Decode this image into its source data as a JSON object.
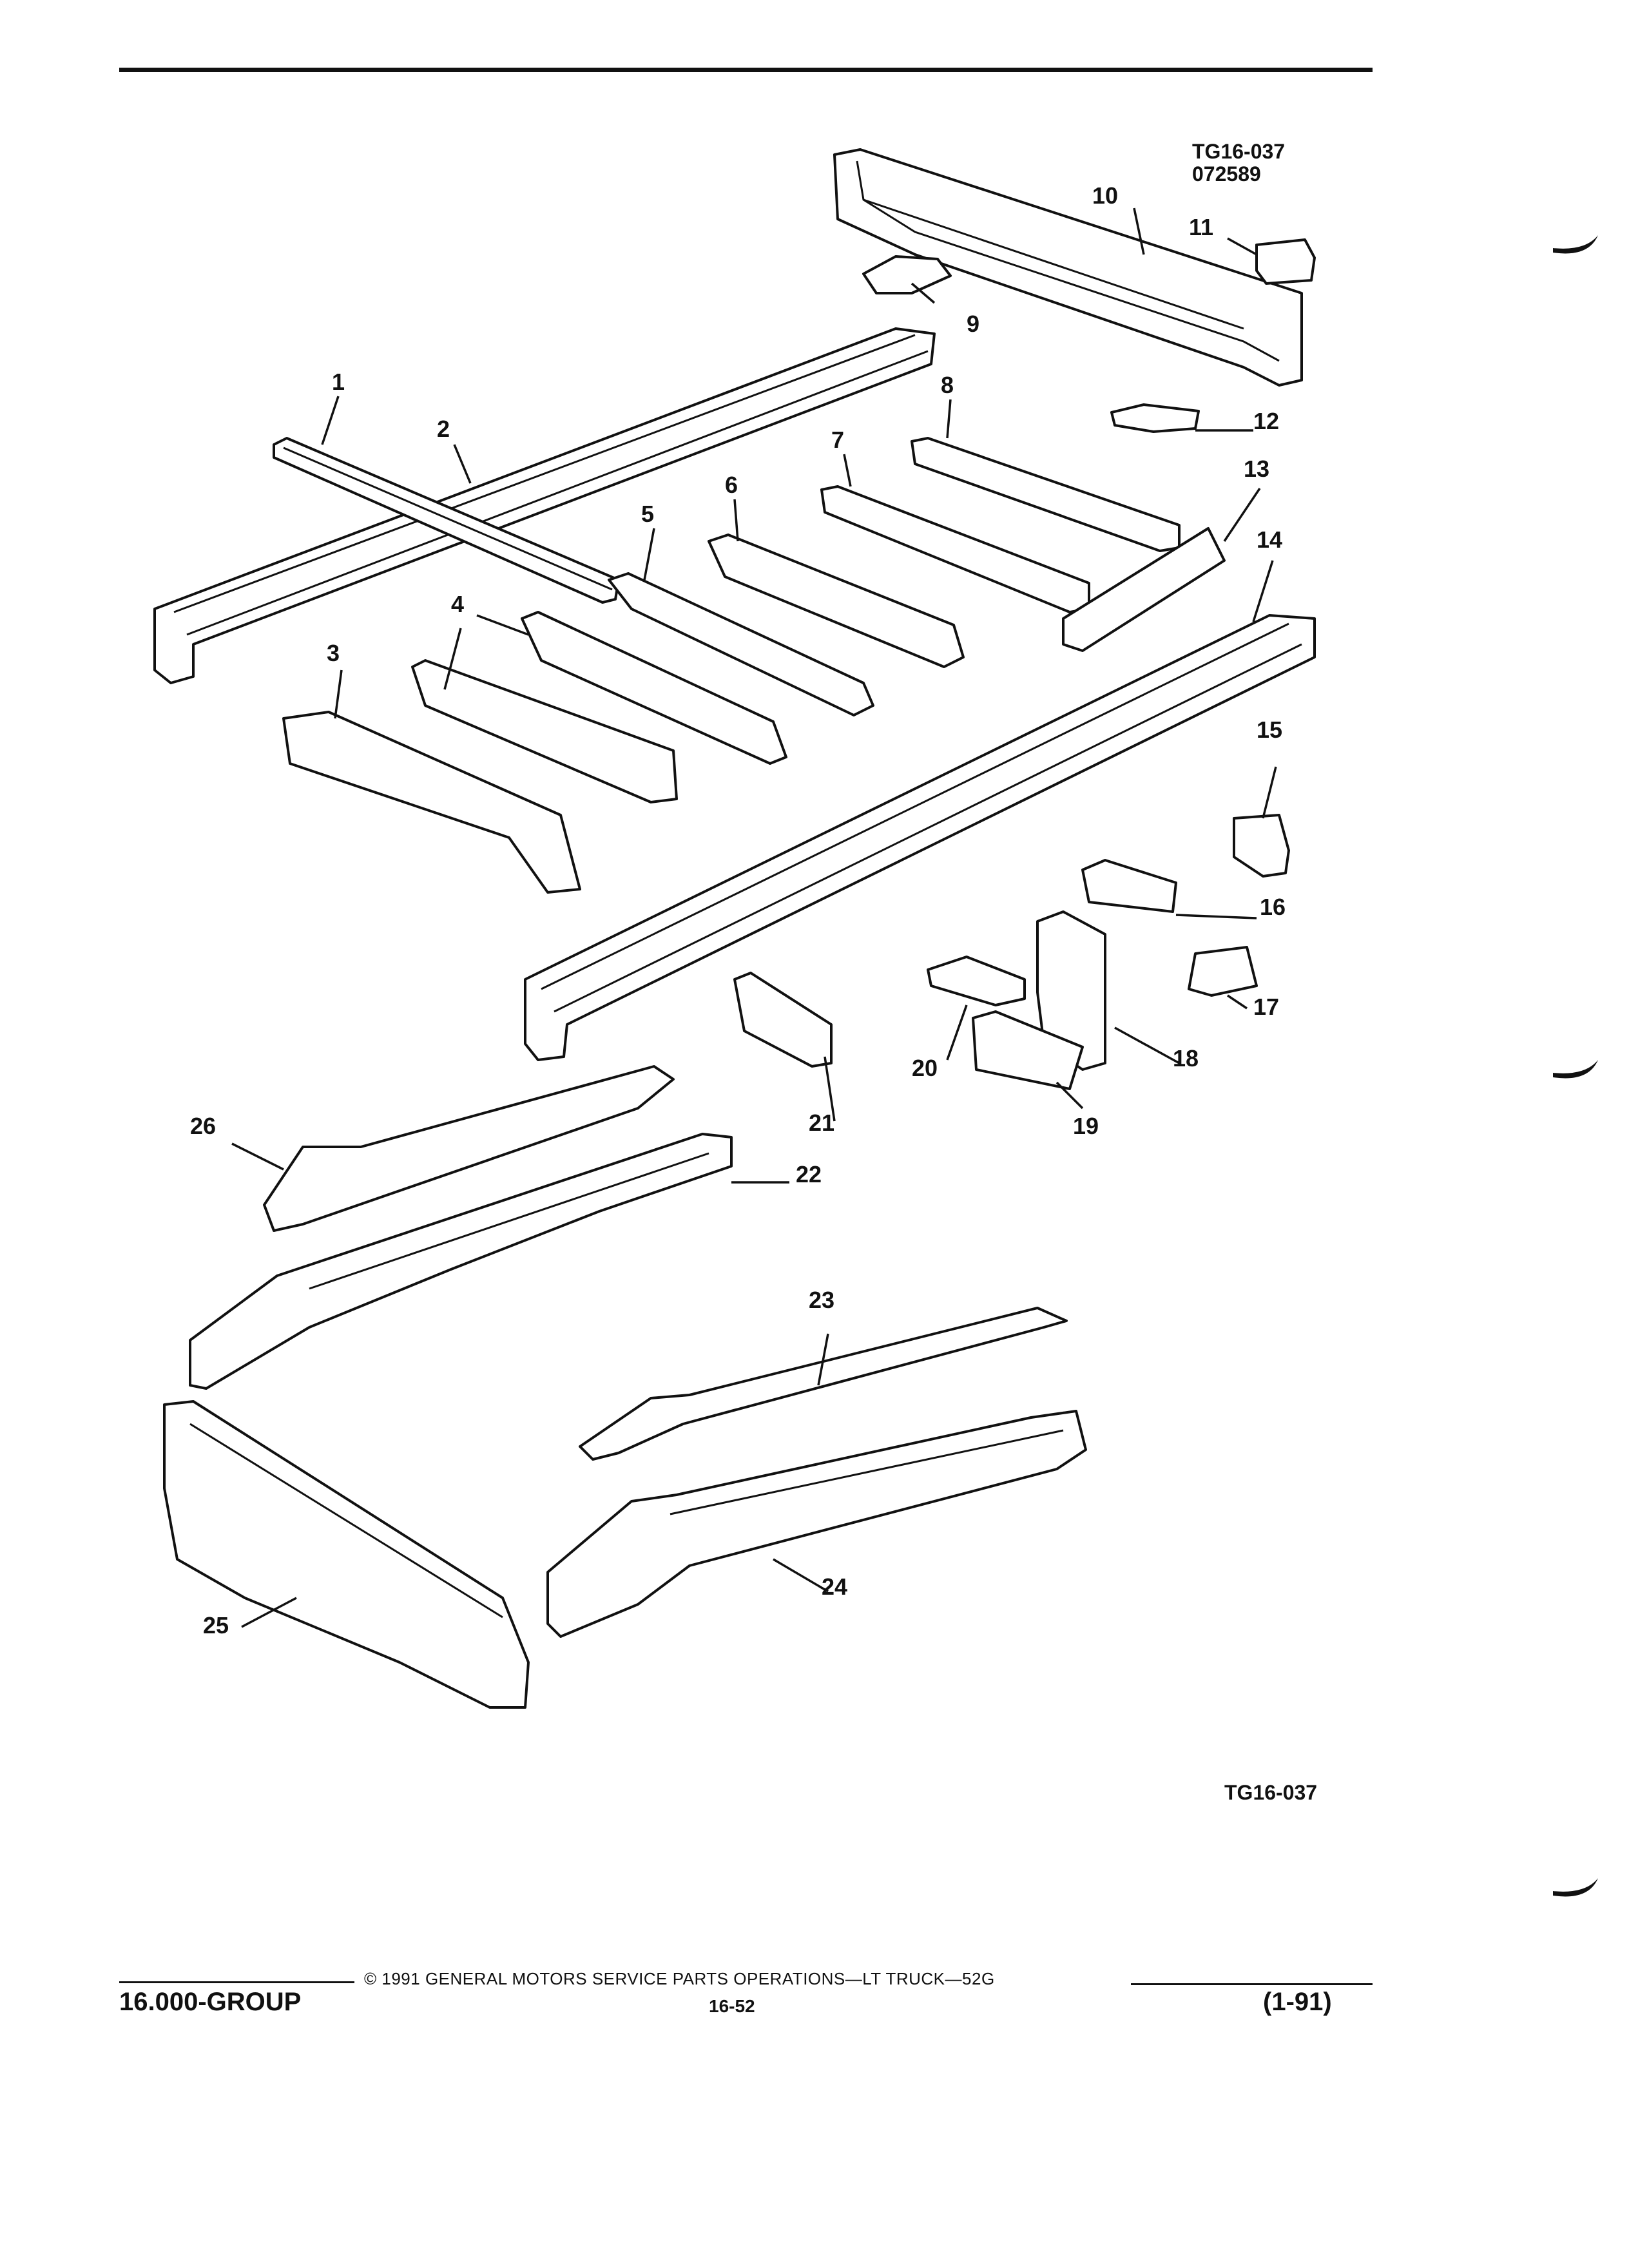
{
  "header": {
    "figure_code": "TG16-037",
    "figure_date": "072589"
  },
  "callouts": [
    "1",
    "2",
    "3",
    "4",
    "5",
    "6",
    "7",
    "8",
    "9",
    "10",
    "11",
    "12",
    "13",
    "14",
    "15",
    "16",
    "17",
    "18",
    "19",
    "20",
    "21",
    "22",
    "23",
    "24",
    "25",
    "26"
  ],
  "figure_code_bottom": "TG16-037",
  "footer": {
    "group": "16.000-GROUP",
    "copyright": "© 1991 GENERAL MOTORS SERVICE PARTS OPERATIONS—LT TRUCK—52G",
    "page": "16-52",
    "date": "(1-91)"
  }
}
